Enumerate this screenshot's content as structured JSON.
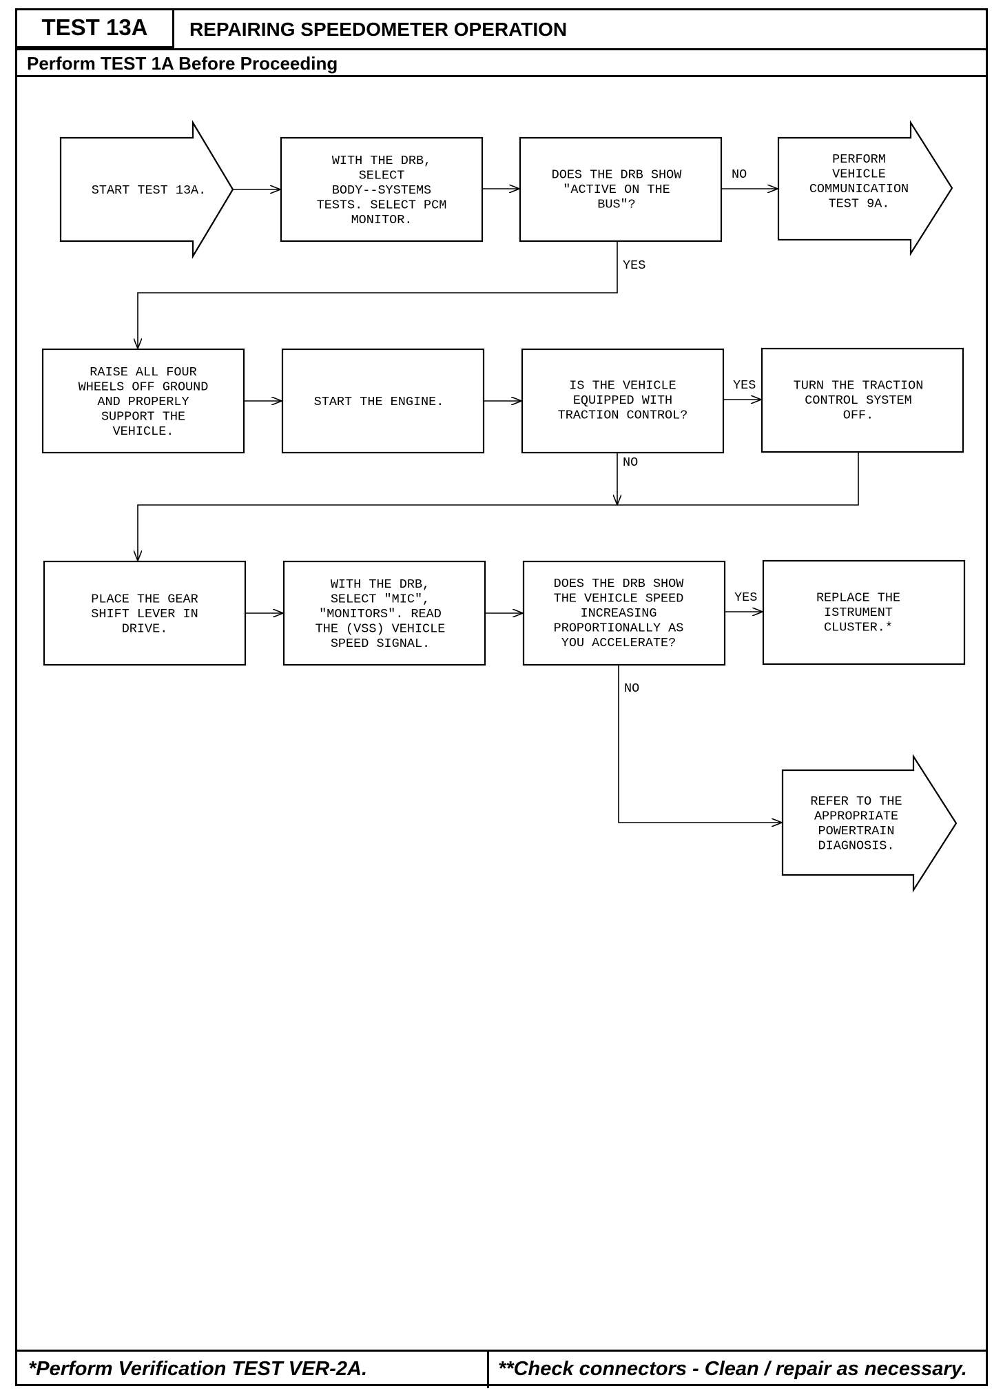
{
  "header": {
    "test_id": "TEST 13A",
    "title": "REPAIRING SPEEDOMETER OPERATION",
    "subtitle": "Perform TEST 1A Before Proceeding"
  },
  "nodes": {
    "start": [
      "START TEST 13A."
    ],
    "select_pcm": [
      "WITH THE DRB,",
      "SELECT",
      "BODY--SYSTEMS",
      "TESTS. SELECT PCM",
      "MONITOR."
    ],
    "active_bus": [
      "DOES THE DRB SHOW",
      "\"ACTIVE ON THE",
      "BUS\"?"
    ],
    "comm_test": [
      "PERFORM",
      "VEHICLE",
      "COMMUNICATION",
      "TEST 9A."
    ],
    "raise_wheels": [
      "RAISE ALL FOUR",
      "WHEELS OFF GROUND",
      "AND PROPERLY",
      "SUPPORT THE",
      "VEHICLE."
    ],
    "start_engine": [
      "START THE ENGINE."
    ],
    "traction_q": [
      "IS THE VEHICLE",
      "EQUIPPED WITH",
      "TRACTION CONTROL?"
    ],
    "traction_off": [
      "TURN THE TRACTION",
      "CONTROL SYSTEM",
      "OFF."
    ],
    "gear_drive": [
      "PLACE THE GEAR",
      "SHIFT LEVER IN",
      "DRIVE."
    ],
    "read_vss": [
      "WITH THE DRB,",
      "SELECT \"MIC\",",
      "\"MONITORS\". READ",
      "THE (VSS) VEHICLE",
      "SPEED SIGNAL."
    ],
    "speed_q": [
      "DOES THE DRB SHOW",
      "THE VEHICLE SPEED",
      "INCREASING",
      "PROPORTIONALLY AS",
      "YOU ACCELERATE?"
    ],
    "replace_cluster": [
      "REPLACE THE",
      "ISTRUMENT",
      "CLUSTER.*"
    ],
    "powertrain": [
      "REFER TO THE",
      "APPROPRIATE",
      "POWERTRAIN",
      "DIAGNOSIS."
    ]
  },
  "labels": {
    "no_bus": "NO",
    "yes_bus": "YES",
    "yes_traction": "YES",
    "no_traction": "NO",
    "yes_speed": "YES",
    "no_speed": "NO"
  },
  "footer": {
    "left": "*Perform Verification TEST VER-2A.",
    "right": "**Check connectors - Clean / repair as necessary."
  }
}
